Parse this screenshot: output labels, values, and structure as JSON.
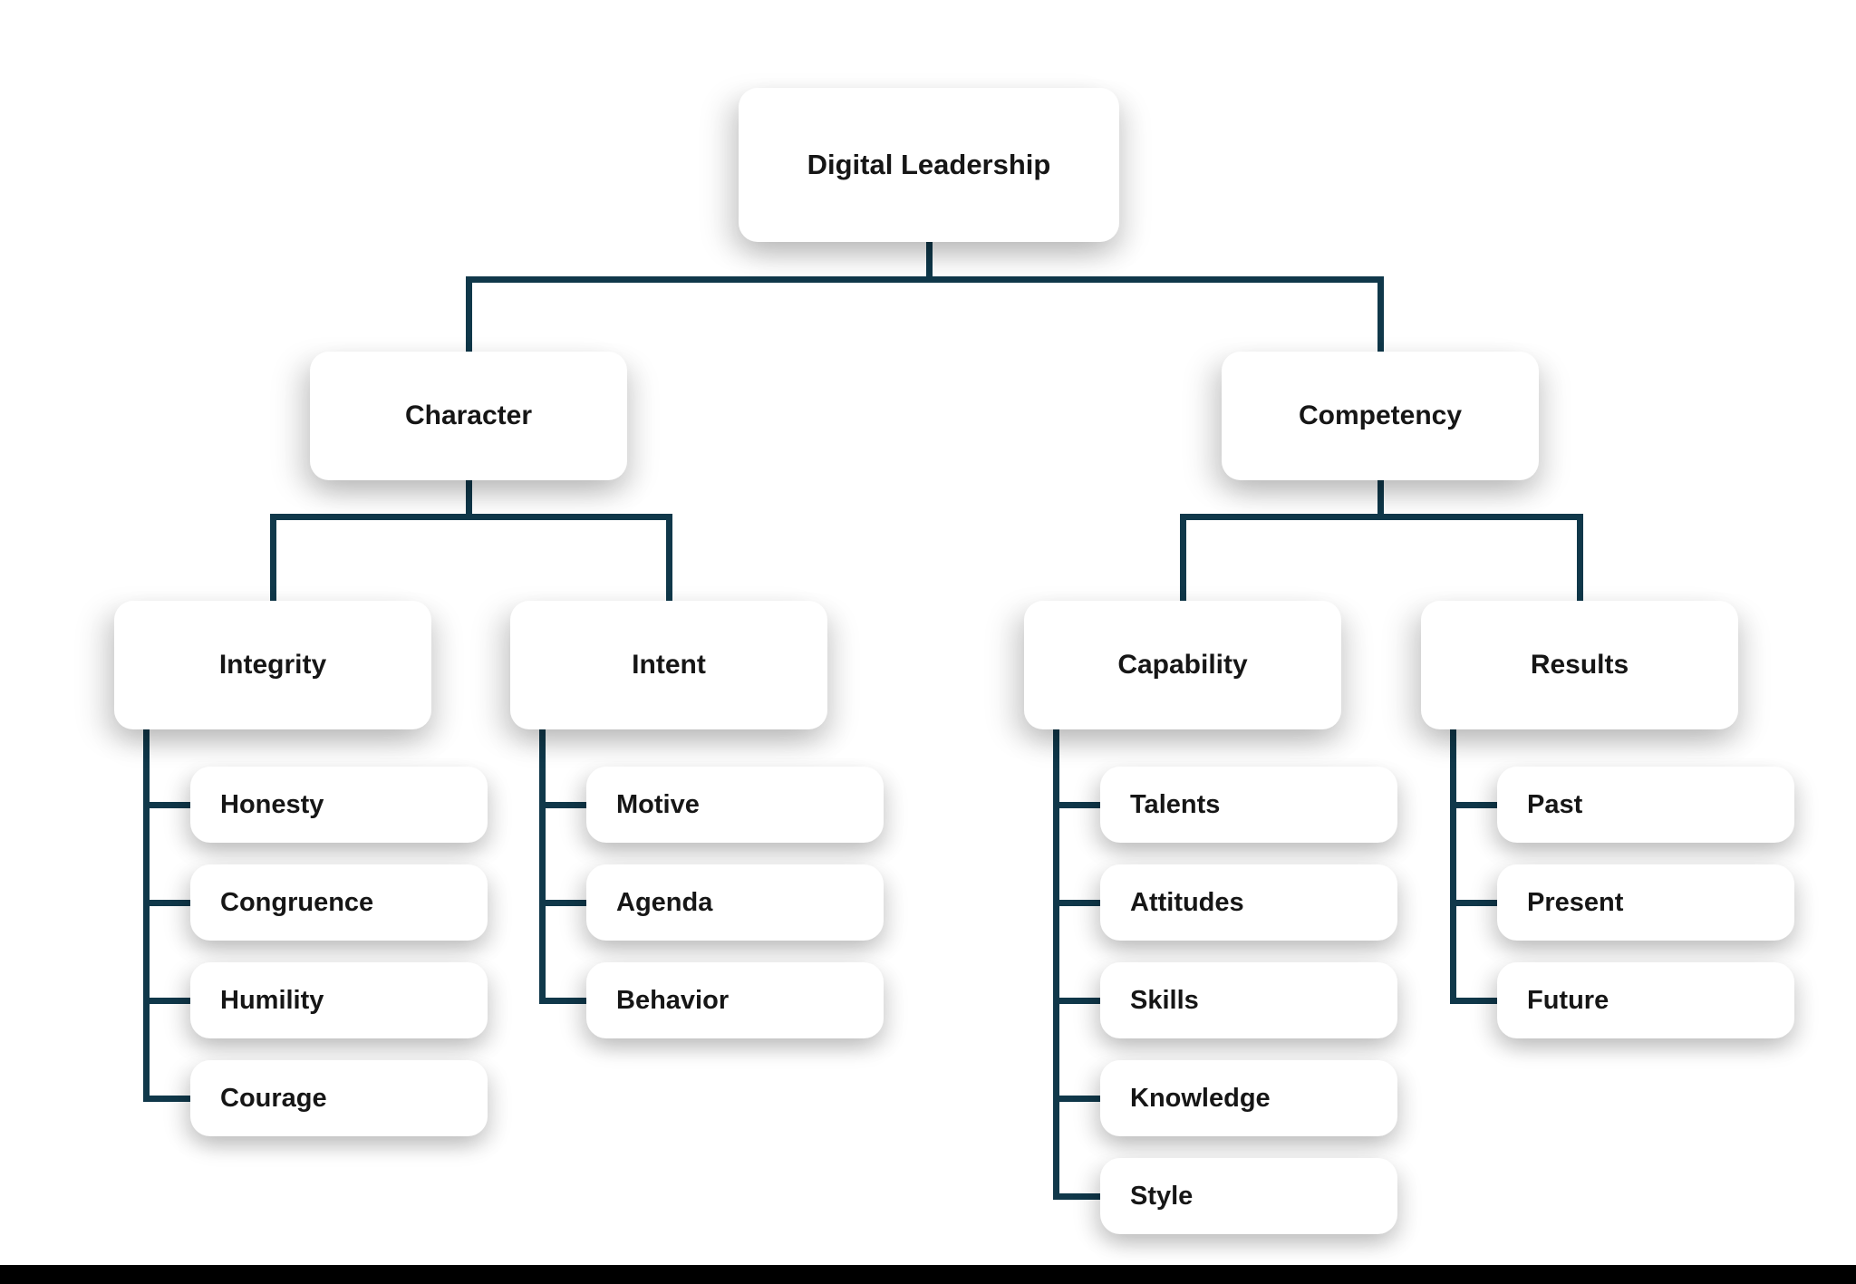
{
  "diagram": {
    "background": "#ffffff",
    "line_color": "#10384a",
    "box_color": "#ffffff",
    "text_color": "#161616",
    "footer_color": "#000000",
    "tree": {
      "label": "Digital Leadership",
      "children": [
        {
          "label": "Character",
          "children": [
            {
              "label": "Integrity",
              "leaves": [
                "Honesty",
                "Congruence",
                "Humility",
                "Courage"
              ]
            },
            {
              "label": "Intent",
              "leaves": [
                "Motive",
                "Agenda",
                "Behavior"
              ]
            }
          ]
        },
        {
          "label": "Competency",
          "children": [
            {
              "label": "Capability",
              "leaves": [
                "Talents",
                "Attitudes",
                "Skills",
                "Knowledge",
                "Style"
              ]
            },
            {
              "label": "Results",
              "leaves": [
                "Past",
                "Present",
                "Future"
              ]
            }
          ]
        }
      ]
    }
  }
}
